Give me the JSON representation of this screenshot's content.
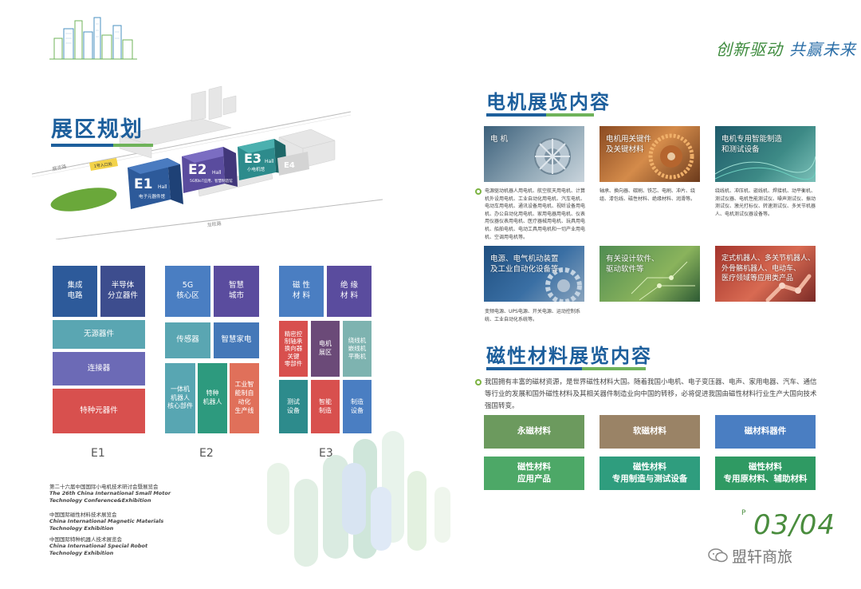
{
  "left": {
    "title": "展区规划",
    "map": {
      "gate_label": "1号入口处",
      "halls": [
        {
          "name": "E1",
          "sub": "Hall",
          "desc": "电子元器件馆"
        },
        {
          "name": "E2",
          "sub": "Hall",
          "desc": "5G和IoT应用、智慧制造馆"
        },
        {
          "name": "E3",
          "sub": "Hall",
          "desc": "小电机馆"
        },
        {
          "name": "E4",
          "sub": "",
          "desc": ""
        }
      ],
      "road_top": "展览路",
      "road_bottom": "龙旺路"
    },
    "e1": {
      "label": "E1",
      "blocks": [
        [
          "集成",
          "电路"
        ],
        [
          "半导体",
          "分立器件"
        ],
        [
          "无源器件"
        ],
        [
          "连接器"
        ],
        [
          "特种元器件"
        ]
      ]
    },
    "e2": {
      "label": "E2",
      "blocks": [
        [
          "5G",
          "核心区"
        ],
        [
          "智慧",
          "城市"
        ],
        [
          "传感器"
        ],
        [
          "智慧家电"
        ],
        [
          "一体机",
          "机器人",
          "核心部件"
        ],
        [
          "特种",
          "机器人"
        ],
        [
          "工业智",
          "能制自",
          "动化",
          "生产线"
        ]
      ]
    },
    "e3": {
      "label": "E3",
      "blocks": [
        [
          "磁 性",
          "材 料"
        ],
        [
          "绝 缘",
          "材 料"
        ],
        [
          "精密控",
          "制轴承",
          "换向器",
          "关键",
          "零部件"
        ],
        [
          "电机",
          "展区"
        ],
        [
          "绕线机",
          "嵌线机",
          "平衡机"
        ],
        [
          "测试",
          "设备"
        ],
        [
          "智能",
          "制造"
        ],
        [
          "制造",
          "设备"
        ]
      ]
    },
    "footer": [
      {
        "cn": "第二十六届中国国际小电机技术研讨会暨展览会",
        "en": [
          "The 26th China International Small Motor",
          "Technology Conference&Exhibition"
        ]
      },
      {
        "cn": "中国国际磁性材料技术展览会",
        "en": [
          "China International Magnetic Materials",
          "Technology Exhibition"
        ]
      },
      {
        "cn": "中国国际特种机器人技术展览会",
        "en": [
          "China International Special Robot",
          "Technology Exhibition"
        ]
      }
    ]
  },
  "right": {
    "slogan_a": "创新驱动",
    "slogan_b": "共赢未来",
    "motor_title": "电机展览内容",
    "tiles_row1": [
      {
        "label": [
          "电 机"
        ],
        "desc": "电源驱动机器人用电机、航空航天用电机、计算机外设用电机、工业自动化用电机、汽车电机、电动车用电机、通讯设备用电机、视听设备用电机、办公自动化用电机、家用电器用电机、仪表用仪器仪表用电机、医疗器械用电机、玩具用电机、船舶电机、电动工具用电机和一切产业用电机、空调用电机等。"
      },
      {
        "label": [
          "电机用关键件",
          "及关键材料"
        ],
        "desc": "轴承、换向器、碳刷、铁芯、电刷、冲片、绕组、漆包线、磁性材料、绝缘材料、润滑等。"
      },
      {
        "label": [
          "电机专用智能制造",
          "和测试设备"
        ],
        "desc": "绕线机、冲压机、嵌线机、焊接机、动平衡机、测试仪器、电机性能测试仪、噪声测试仪、振动测试仪、激光打标仪、转速测试仪、多关节机器人、电机测试仪器设备等。"
      }
    ],
    "tiles_row2": [
      {
        "label": [
          "电源、电气机动装置",
          "及工业自动化设备等"
        ],
        "desc": "变频电源、UPS电源、开关电源、运动控制系统、工业自动化系统等。"
      },
      {
        "label": [
          "有关设计软件、",
          "驱动软件等"
        ],
        "desc": ""
      },
      {
        "label": [
          "定式机器人、多关节机器人、",
          "外骨骼机器人、电动车、",
          "医疗领域等应用类产品"
        ],
        "desc": ""
      }
    ],
    "magnet_title": "磁性材料展览内容",
    "magnet_intro": "我国拥有丰富的磁材资源，是世界磁性材料大国。随着我国小电机、电子变压器、电声、家用电器、汽车、通信等行业的发展和国外磁性材料及其相关器件制造业向中国的转移，必将促进我国由磁性材料行业生产大国向技术强国转变。",
    "mag_row1": [
      {
        "label": [
          "永磁材料"
        ]
      },
      {
        "label": [
          "软磁材料"
        ]
      },
      {
        "label": [
          "磁材料器件"
        ]
      }
    ],
    "mag_row2": [
      {
        "label": [
          "磁性材料",
          "应用产品"
        ]
      },
      {
        "label": [
          "磁性材料",
          "专用制造与测试设备"
        ]
      },
      {
        "label": [
          "磁性材料",
          "专用原材料、辅助材料"
        ]
      }
    ],
    "page_p": "P",
    "page_num": "03/04",
    "wechat": "盟轩商旅"
  },
  "colors": {
    "blue_dark": "#2d5a9a",
    "indigo": "#5a4c9e",
    "teal": "#2d8b8c",
    "slate": "#5a6ea8",
    "red": "#d8504e",
    "green_mag": "#6c9a5e",
    "brown_mag": "#9a8366",
    "blue_mag": "#4a7ec2",
    "green_row2": "#4da867",
    "teal_row2": "#2f9d7e"
  }
}
